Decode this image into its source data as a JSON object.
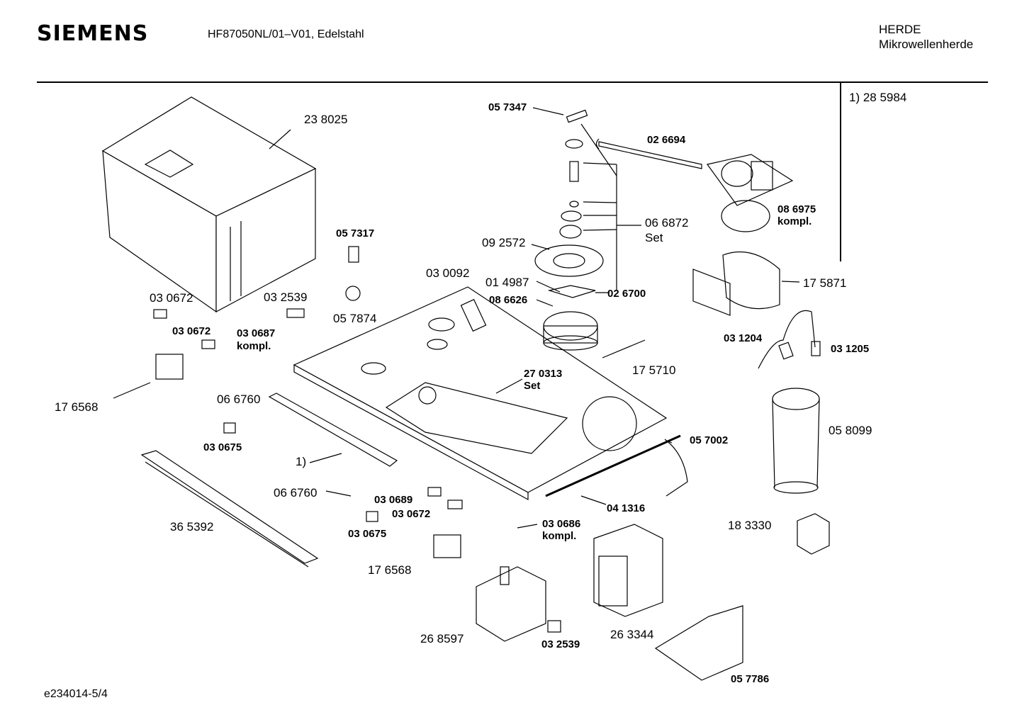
{
  "header": {
    "brand": "SIEMENS",
    "model": "HF87050NL/01–V01, Edelstahl",
    "category": "HERDE",
    "subcategory": "Mikrowellenherde"
  },
  "note": "1) 28 5984",
  "footer": "e234014-5/4",
  "parts": {
    "p238025": "23 8025",
    "p057347": "05 7347",
    "p026694": "02 6694",
    "p086975": "08 6975",
    "p086975b": "kompl.",
    "p066872": "06 6872",
    "p066872b": "Set",
    "p057317": "05 7317",
    "p092572": "09 2572",
    "p030092": "03 0092",
    "p014987": "01 4987",
    "p026700": "02 6700",
    "p086626": "08 6626",
    "p175871": "17 5871",
    "p030672a": "03 0672",
    "p032539a": "03 2539",
    "p057874": "05 7874",
    "p030672b": "03 0672",
    "p030687": "03 0687",
    "p030687b": "kompl.",
    "p031204": "03 1204",
    "p031205": "03 1205",
    "p175710": "17 5710",
    "p270313": "27 0313",
    "p270313b": "Set",
    "p176568a": "17 6568",
    "p066760a": "06 6760",
    "p030675a": "03 0675",
    "p058099": "05 8099",
    "p057002": "05 7002",
    "p1": "1)",
    "p066760b": "06 6760",
    "p030689": "03 0689",
    "p030672c": "03 0672",
    "p041316": "04 1316",
    "p365392": "36 5392",
    "p030675b": "03 0675",
    "p030686": "03 0686",
    "p030686b": "kompl.",
    "p183330": "18 3330",
    "p176568b": "17 6568",
    "p268597": "26 8597",
    "p263344": "26 3344",
    "p032539b": "03 2539",
    "p057786": "05 7786"
  }
}
